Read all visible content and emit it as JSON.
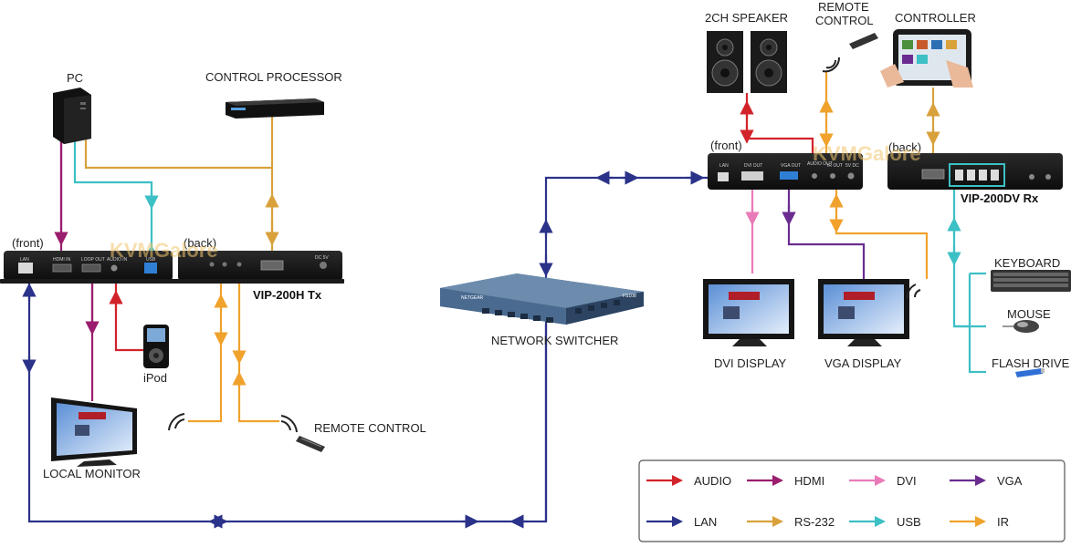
{
  "labels": {
    "pc": "PC",
    "control_processor": "CONTROL PROCESSOR",
    "tx_front": "(front)",
    "tx_back": "(back)",
    "tx_model": "VIP-200H Tx",
    "ipod": "iPod",
    "local_monitor": "LOCAL MONITOR",
    "remote_control_left": "REMOTE CONTROL",
    "network_switcher": "NETWORK SWITCHER",
    "speaker": "2CH SPEAKER",
    "remote_control_top_line1": "REMOTE",
    "remote_control_top_line2": "CONTROL",
    "controller": "CONTROLLER",
    "rx_front": "(front)",
    "rx_back": "(back)",
    "rx_model": "VIP-200DV Rx",
    "dvi_display": "DVI DISPLAY",
    "vga_display": "VGA DISPLAY",
    "keyboard": "KEYBOARD",
    "mouse": "MOUSE",
    "flash_drive": "FLASH DRIVE",
    "watermark": "KVMGalore"
  },
  "ports": {
    "tx_lan": "LAN",
    "tx_hdmi_in": "HDMI IN",
    "tx_loop_out": "LOOP OUT",
    "tx_audio_in": "AUDIO IN",
    "tx_usb": "USB",
    "tx_dc": "DC 5V",
    "rx_lan": "LAN",
    "rx_dvi_out": "DVI OUT",
    "rx_vga_out": "VGA OUT",
    "rx_audio_out": "AUDIO OUT",
    "rx_ir_out": "IR OUT",
    "rx_dc": "5V DC",
    "switch_brand": "NETGEAR",
    "switch_model": "FS108"
  },
  "legend": [
    {
      "label": "AUDIO",
      "color": "#d2232a"
    },
    {
      "label": "HDMI",
      "color": "#9b1d6e"
    },
    {
      "label": "DVI",
      "color": "#e97bb8"
    },
    {
      "label": "VGA",
      "color": "#6a2c91"
    },
    {
      "label": "LAN",
      "color": "#2b3289"
    },
    {
      "label": "RS-232",
      "color": "#d9a13b"
    },
    {
      "label": "USB",
      "color": "#3cc0c5"
    },
    {
      "label": "IR",
      "color": "#f0a22c"
    }
  ]
}
